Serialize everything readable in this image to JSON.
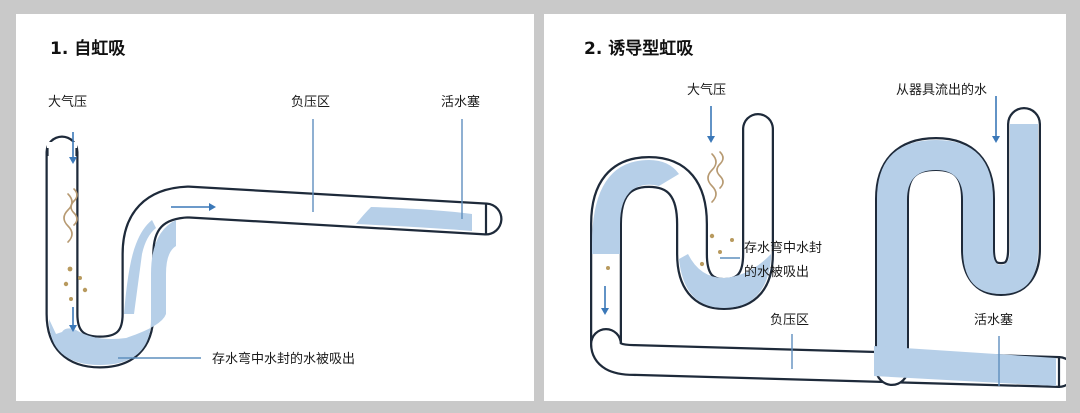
{
  "panels": [
    {
      "title": "1. 自虹吸",
      "labels": {
        "atmospheric_pressure": "大气压",
        "negative_pressure_zone": "负压区",
        "water_plug": "活水塞",
        "seal_siphoned": "存水弯中水封的水被吸出"
      }
    },
    {
      "title": "2. 诱导型虹吸",
      "labels": {
        "atmospheric_pressure": "大气压",
        "water_from_fixture": "从器具流出的水",
        "seal_siphoned_line1": "存水弯中水封",
        "seal_siphoned_line2": "的水被吸出",
        "negative_pressure_zone": "负压区",
        "water_plug": "活水塞"
      }
    }
  ],
  "colors": {
    "background": "#c9c9c9",
    "panel": "#ffffff",
    "pipe_outline": "#1e2a3a",
    "water": "#b6cfe8",
    "arrow": "#3b78b8",
    "particles": "#b89a5e"
  }
}
